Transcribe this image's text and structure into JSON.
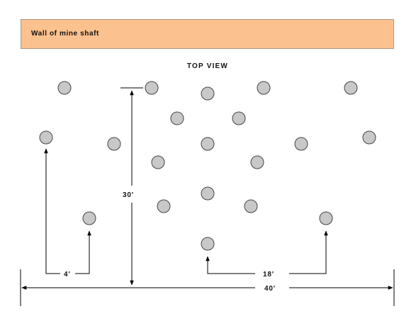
{
  "wall": {
    "label": "Wall of mine shaft"
  },
  "view_title": "TOP VIEW",
  "dimensions": {
    "d4": "4'",
    "d18": "18'",
    "d30": "30'",
    "d40": "40'"
  },
  "colors": {
    "wall_fill": "#fbc18e",
    "hole_fill": "#c8c8c8",
    "line": "#000000"
  }
}
